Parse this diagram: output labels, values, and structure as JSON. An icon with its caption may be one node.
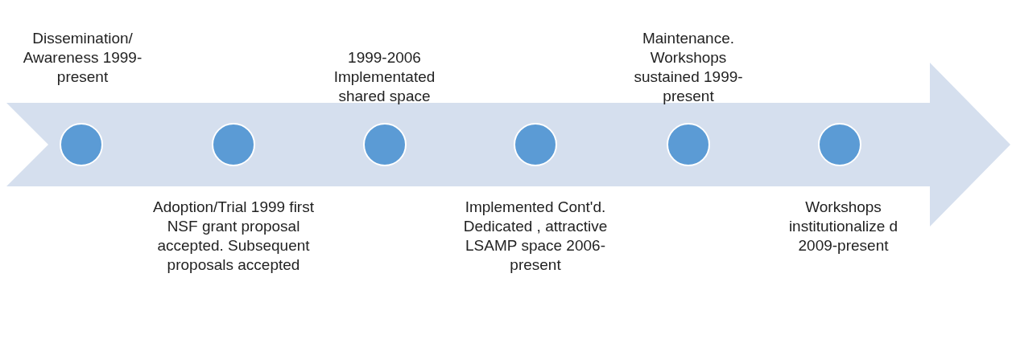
{
  "diagram": {
    "nodes": [
      {
        "text": [],
        "shape": "arrow"
      },
      {
        "text": [],
        "shape": "circle",
        "in": 0,
        "beside": [
          "Dissemination/ Awareness 1999-present"
        ]
      },
      {
        "text": [],
        "shape": "circle",
        "in": 0,
        "beside": [
          "Adoption/Trial 1999 first NSF grant proposal accepted. Subsequent proposals accepted"
        ]
      },
      {
        "text": [],
        "shape": "circle",
        "in": 0,
        "beside": [
          "1999-2006 Implementated shared space"
        ]
      },
      {
        "text": [],
        "shape": "circle",
        "in": 0,
        "beside": [
          "Implemented Cont'd. Dedicated , attractive LSAMP space 2006-present"
        ]
      },
      {
        "text": [],
        "shape": "circle",
        "in": 0,
        "beside": [
          "Maintenance. Workshops sustained 1999-present"
        ]
      },
      {
        "text": [],
        "shape": "circle",
        "in": 0,
        "beside": [
          "Workshops institutionalize d 2009-present"
        ]
      }
    ]
  }
}
